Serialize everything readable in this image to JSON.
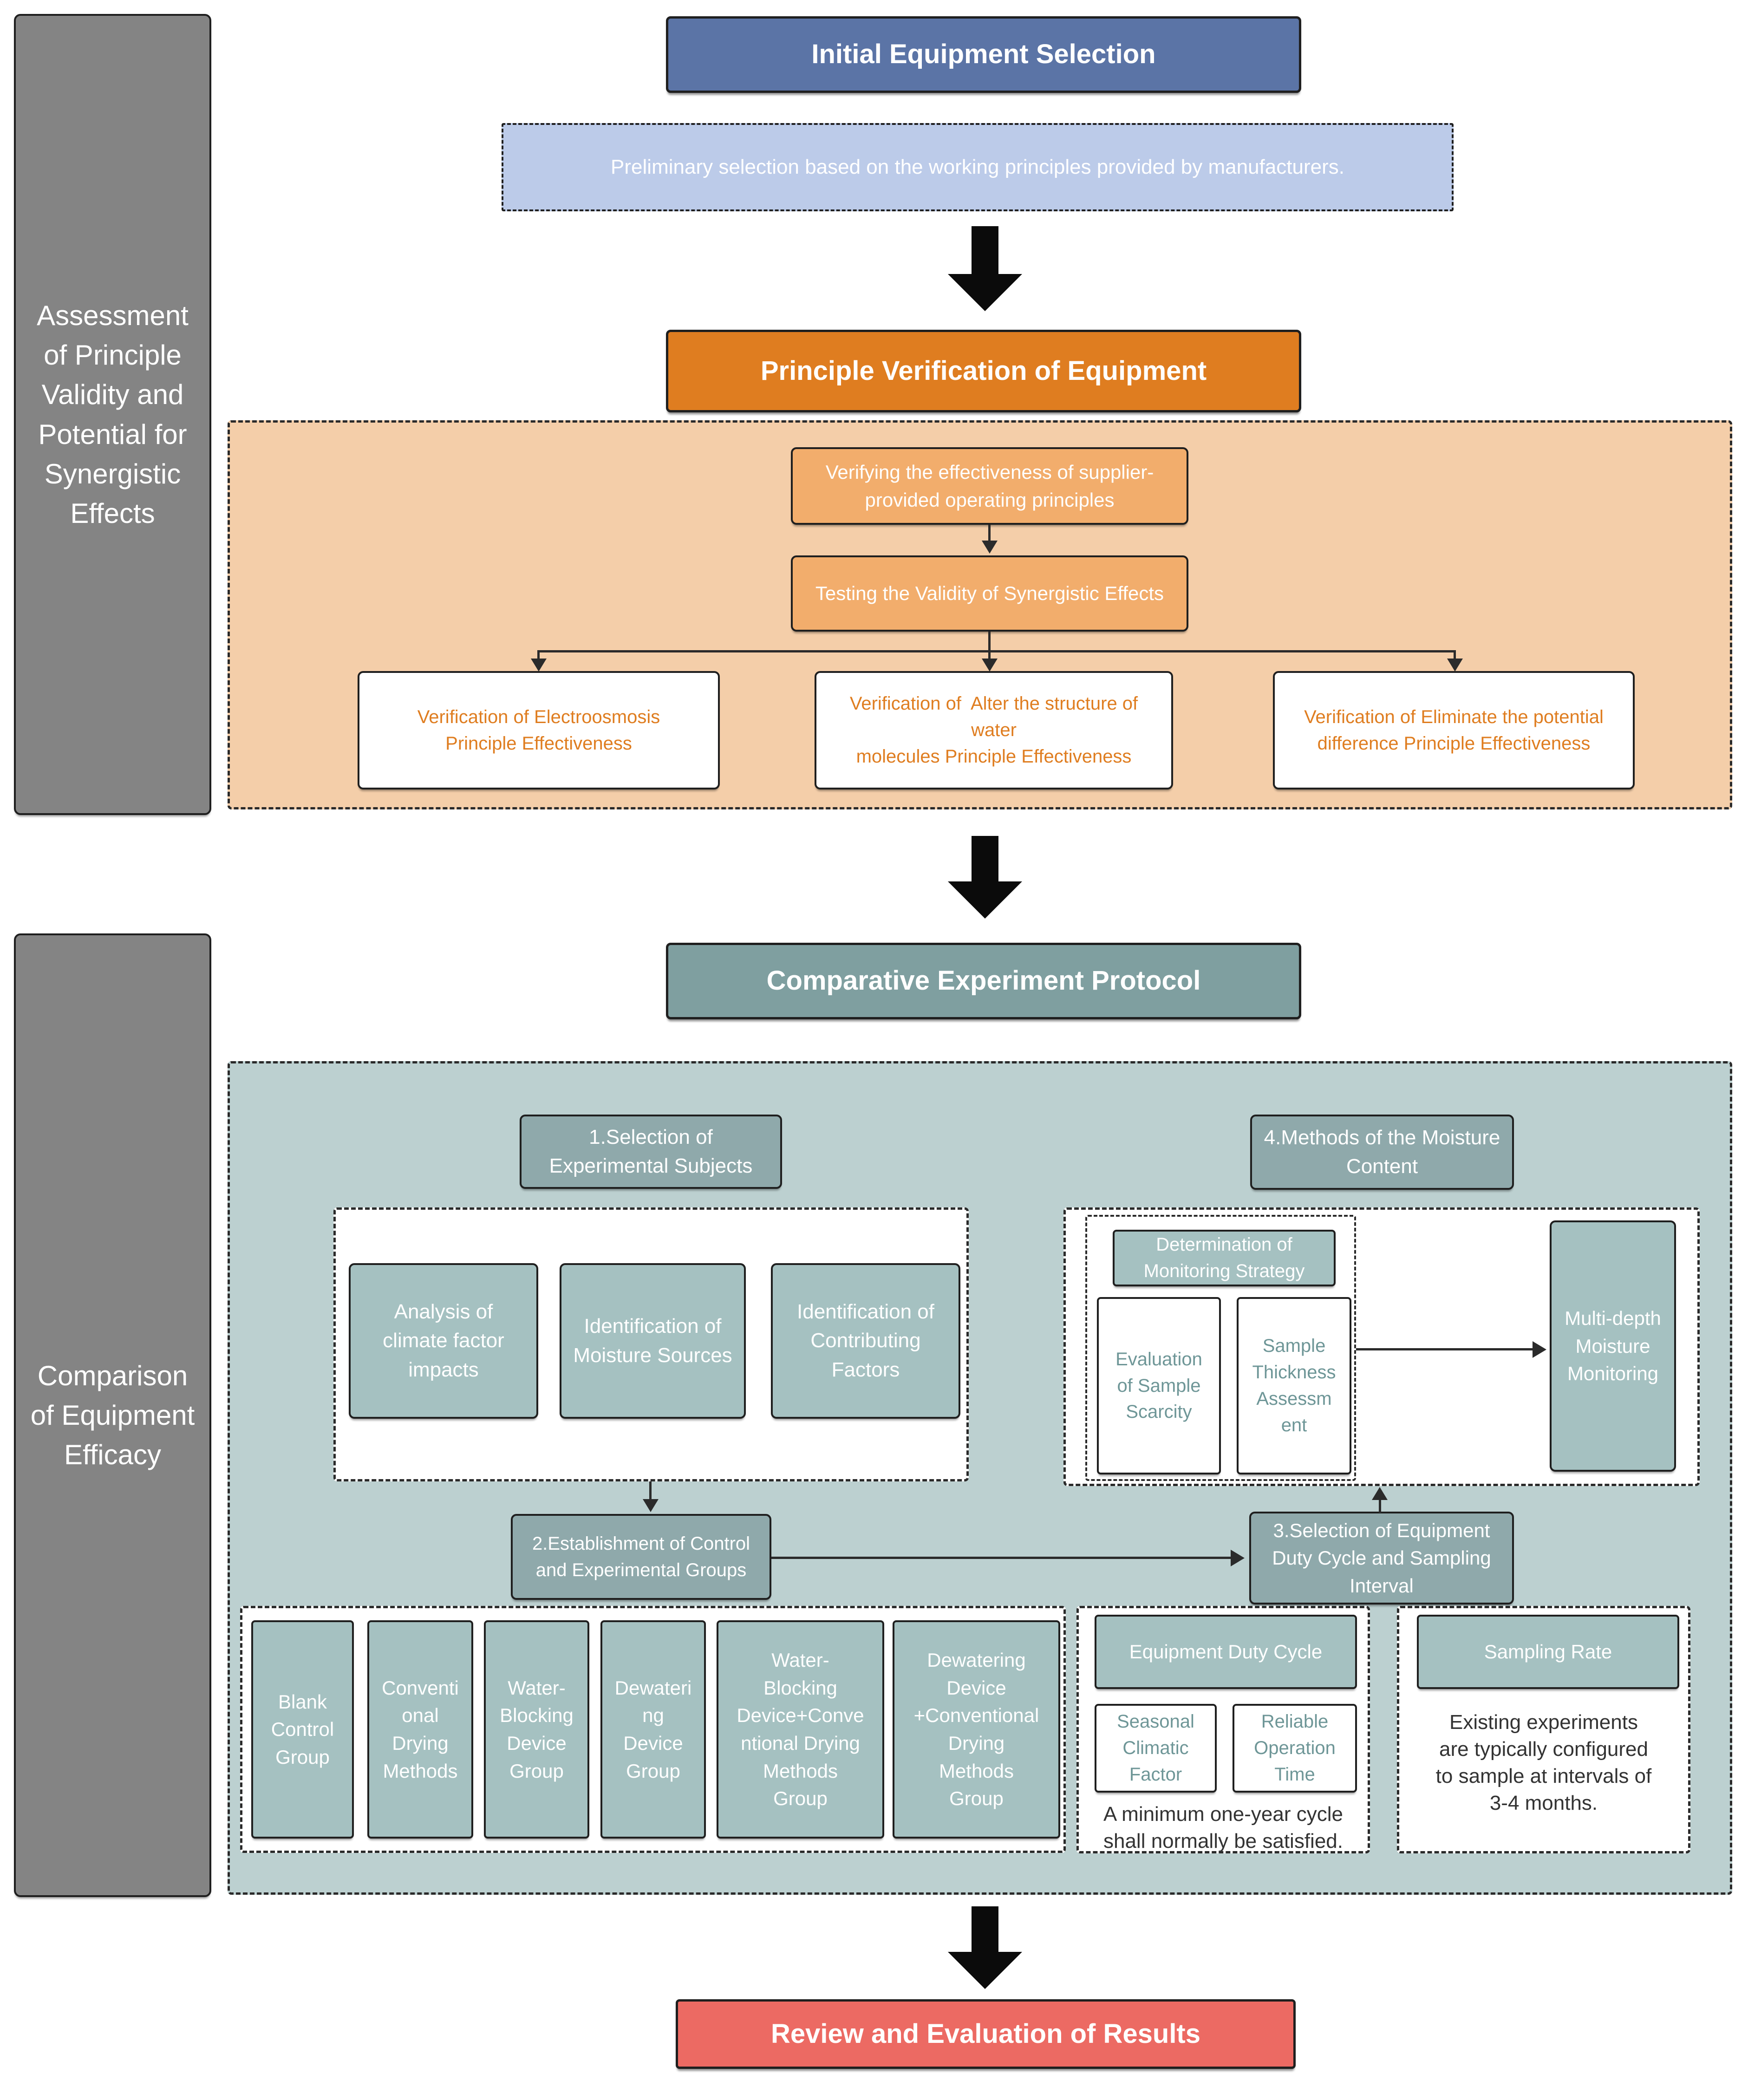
{
  "colors": {
    "header_blue": "#5B74A6",
    "note_blue_fill": "#BCCBE9",
    "header_orange": "#DF7D20",
    "orange_panel_fill": "#F4CEA9",
    "orange_step_fill": "#F2AD6C",
    "orange_text": "#DF7D20",
    "header_teal": "#7F9FA0",
    "teal_panel_fill": "#BCD0D0",
    "teal_node_fill": "#8FA9AB",
    "teal_box_fill": "#A5C1C1",
    "teal_text": "#6E9697",
    "review_red": "#EC6A63",
    "sidebar_gray": "#848484"
  },
  "sidebars": {
    "assessment": "Assessment\nof Principle\nValidity and\nPotential for\nSynergistic\nEffects",
    "comparison": "Comparison\nof Equipment\nEfficacy"
  },
  "stage1": {
    "title": "Initial Equipment Selection",
    "note": "Preliminary selection based on the working principles provided by manufacturers."
  },
  "stage2": {
    "title": "Principle Verification of Equipment",
    "verify_supplier": "Verifying the effectiveness of supplier-\nprovided operating principles",
    "test_synergy": "Testing the Validity of Synergistic Effects",
    "branches": [
      "Verification of Electroosmosis\nPrinciple Effectiveness",
      "Verification of  Alter the structure of\nwater\nmolecules Principle Effectiveness",
      "Verification of Eliminate the potential\ndifference Principle Effectiveness"
    ]
  },
  "stage3": {
    "title": "Comparative Experiment Protocol",
    "step1": {
      "title": "1.Selection of\nExperimental Subjects",
      "items": [
        "Analysis of\nclimate factor\nimpacts",
        "Identification of\nMoisture Sources",
        "Identification of\nContributing\nFactors"
      ]
    },
    "step2": {
      "title": "2.Establishment of Control\nand Experimental Groups",
      "groups": [
        "Blank\nControl\nGroup",
        "Conventi\nonal\nDrying\nMethods",
        "Water-\nBlocking\nDevice\nGroup",
        "Dewateri\nng\nDevice\nGroup",
        "Water-\nBlocking\nDevice+Conve\nntional Drying\nMethods\nGroup",
        "Dewatering\nDevice\n+Conventional\nDrying\nMethods\nGroup"
      ]
    },
    "step3": {
      "title": "3.Selection of Equipment\nDuty Cycle and Sampling\nInterval",
      "duty_cycle": {
        "title": "Equipment Duty Cycle",
        "seasonal": "Seasonal\nClimatic\nFactor",
        "reliable": "Reliable\nOperation\nTime",
        "note": "A minimum one-year cycle\nshall normally be satisfied."
      },
      "sampling_rate": {
        "title": "Sampling Rate",
        "note": "Existing experiments\nare typically configured\nto sample at intervals of\n3-4 months."
      }
    },
    "step4": {
      "title": "4.Methods of the Moisture\nContent",
      "strategy": "Determination of\nMonitoring Strategy",
      "scarcity": "Evaluation\nof Sample\nScarcity",
      "thickness": "Sample\nThickness\nAssessm\nent",
      "outcome": "Multi-depth\nMoisture\nMonitoring"
    }
  },
  "stage4": {
    "title": "Review and Evaluation of Results"
  }
}
